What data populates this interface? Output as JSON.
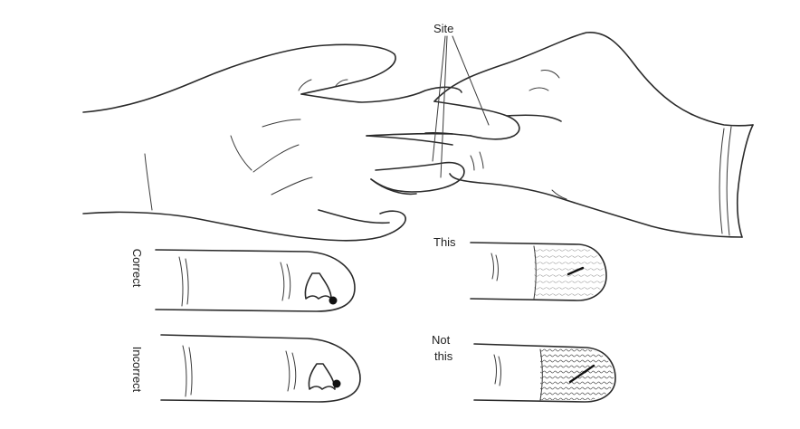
{
  "labels": {
    "site": "Site",
    "correct": "Correct",
    "incorrect": "Incorrect",
    "this": "This",
    "not_this_line1": "Not",
    "not_this_line2": "this"
  }
}
